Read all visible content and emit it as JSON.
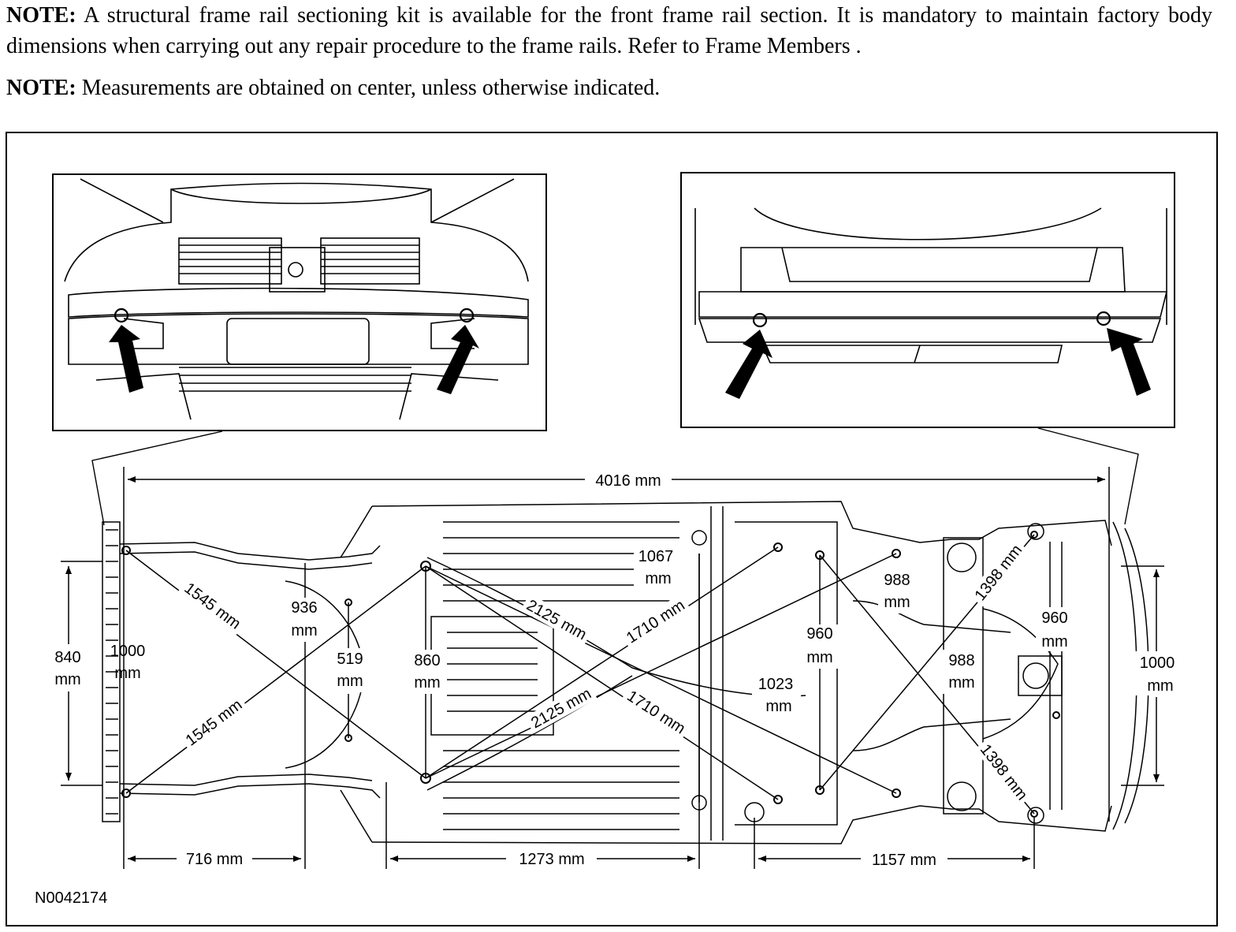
{
  "notes": [
    {
      "label": "NOTE:",
      "text": " A structural frame rail sectioning kit is available for the front frame rail section. It is mandatory to maintain factory body dimensions when carrying out any repair procedure to the frame rails. Refer to  Frame Members ."
    },
    {
      "label": "NOTE:",
      "text": " Measurements are obtained on center, unless otherwise indicated."
    }
  ],
  "diagram": {
    "figure_id": "N0042174",
    "dimensions": {
      "overall_length": "4016 mm",
      "front_diag_a": "1545 mm",
      "front_diag_b": "1545 mm",
      "front_width_840_1": "840",
      "front_width_840_2": "mm",
      "front_width_1000_1": "1000",
      "front_width_1000_2": "mm",
      "w936_1": "936",
      "w936_2": "mm",
      "w519_1": "519",
      "w519_2": "mm",
      "w860_1": "860",
      "w860_2": "mm",
      "w1067_1": "1067",
      "w1067_2": "mm",
      "diag2125_a": "2125 mm",
      "diag2125_b": "2125 mm",
      "diag1710_a": "1710 mm",
      "diag1710_b": "1710 mm",
      "w960_mid_1": "960",
      "w960_mid_2": "mm",
      "w1023_1": "1023",
      "w1023_2": "mm",
      "w988_top_1": "988",
      "w988_top_2": "mm",
      "w988_mid_1": "988",
      "w988_mid_2": "mm",
      "diag1398_a": "1398 mm",
      "diag1398_b": "1398 mm",
      "w960_rear_1": "960",
      "w960_rear_2": "mm",
      "rear_width_1000_1": "1000",
      "rear_width_1000_2": "mm",
      "len716": "716 mm",
      "len1273": "1273 mm",
      "len1157": "1157 mm"
    }
  }
}
